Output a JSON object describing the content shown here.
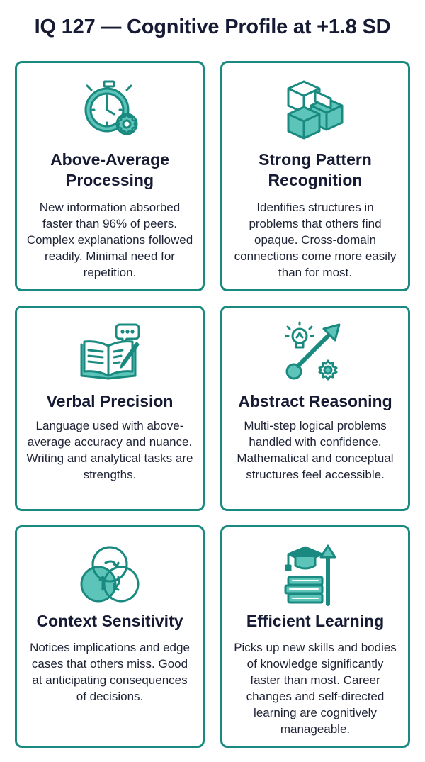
{
  "title": "IQ 127 — Cognitive Profile at +1.8 SD",
  "colors": {
    "accent": "#1a8a80",
    "accent_fill": "#5cc4b8",
    "text": "#161b33"
  },
  "cards": [
    {
      "icon": "stopwatch-gear-icon",
      "heading": "Above-Average Processing",
      "body": "New information absorbed faster than 96% of peers. Complex explanations followed readily. Minimal need for repetition."
    },
    {
      "icon": "hexagon-cubes-icon",
      "heading": "Strong Pattern Recognition",
      "body": "Identifies structures in problems that others find opaque. Cross-domain connections come more easily than for most."
    },
    {
      "icon": "open-book-pen-icon",
      "heading": "Verbal Precision",
      "body": "Language used with above-average accuracy and nuance. Writing and analytical tasks are strengths."
    },
    {
      "icon": "lightbulb-arrow-gear-icon",
      "heading": "Abstract Reasoning",
      "body": "Multi-step logical problems handled with confidence. Mathematical and conceptual structures feel accessible."
    },
    {
      "icon": "overlapping-circles-icon",
      "heading": "Context Sensitivity",
      "body": "Notices implications and edge cases that others miss. Good at anticipating consequences of decisions."
    },
    {
      "icon": "graduation-books-arrow-icon",
      "heading": "Efficient Learning",
      "body": "Picks up new skills and bodies of knowledge significantly faster than most. Career changes and self-directed learning are cognitively manageable."
    }
  ]
}
